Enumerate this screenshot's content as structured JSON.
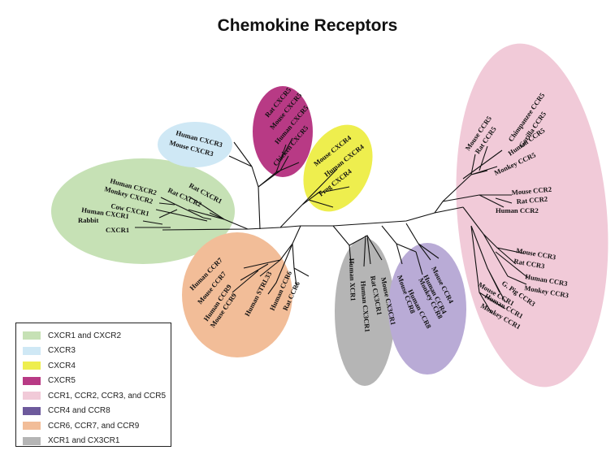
{
  "title": "Chemokine Receptors",
  "colors": {
    "cxcr12": "#c6e1b5",
    "cxcr3": "#cfe8f5",
    "cxcr4": "#eeee4e",
    "cxcr5": "#b83a85",
    "ccr1235": "#f1cad8",
    "ccr48": "#b9abd6",
    "ccr679": "#f2bd98",
    "xcr": "#b5b5b5"
  },
  "legend": [
    {
      "label": "CXCR1 and CXCR2",
      "color": "#c6e1b5"
    },
    {
      "label": "CXCR3",
      "color": "#cfe8f5"
    },
    {
      "label": "CXCR4",
      "color": "#eeee4e"
    },
    {
      "label": "CXCR5",
      "color": "#b83a85"
    },
    {
      "label": "CCR1, CCR2, CCR3, and CCR5",
      "color": "#f1cad8"
    },
    {
      "label": "CCR4 and CCR8",
      "color": "#6d5a9c"
    },
    {
      "label": "CCR6, CCR7, and CCR9",
      "color": "#f2bd98"
    },
    {
      "label": "XCR1 and CX3CR1",
      "color": "#b5b5b5"
    }
  ],
  "leaves": {
    "cxcr12": [
      "Human CXCR2",
      "Monkey CXCR2",
      "Rat CXCR2",
      "Rat CXCR1",
      "Cow CXCR1",
      "Human CXCR1",
      "Rabbit",
      "CXCR1"
    ],
    "cxcr3": [
      "Human CXCR3",
      "Mouse CXCR3"
    ],
    "cxcr5": [
      "Rat CXCR5",
      "Mouse CXCR5",
      "Human CXCR5",
      "Chicken CXCR5"
    ],
    "cxcr4": [
      "Mouse CXCR4",
      "Human CXCR4",
      "Frog CXCR4"
    ],
    "ccr5": [
      "Mouse CCR5",
      "Rat CCR5",
      "Chimpanzee CCR5",
      "Gorilla CCR5",
      "Human CCR5",
      "Monkey CCR5"
    ],
    "ccr2": [
      "Mouse CCR2",
      "Rat CCR2",
      "Human CCR2"
    ],
    "ccr3": [
      "Mouse CCR3",
      "Rat CCR3",
      "Human CCR3",
      "Monkey CCR3",
      "G. Pig CCR3"
    ],
    "ccr1": [
      "Mouse CCR1",
      "Human CCR1",
      "Monkey CCR1"
    ],
    "ccr48": [
      "Mouse CCR4",
      "Human CCR4",
      "Monkey CCR8",
      "Human CCR8",
      "Mouse CCR8"
    ],
    "xcr": [
      "Mouse CX3CR1",
      "Rat CX3CR1",
      "Human CX3CR1",
      "Human XCR1"
    ],
    "ccr679": [
      "Human CCR7",
      "Mouse CCR7",
      "Human CCR9",
      "Mouse CCR9",
      "Human STRL33",
      "Human CCR6",
      "Rat CCR6"
    ]
  }
}
